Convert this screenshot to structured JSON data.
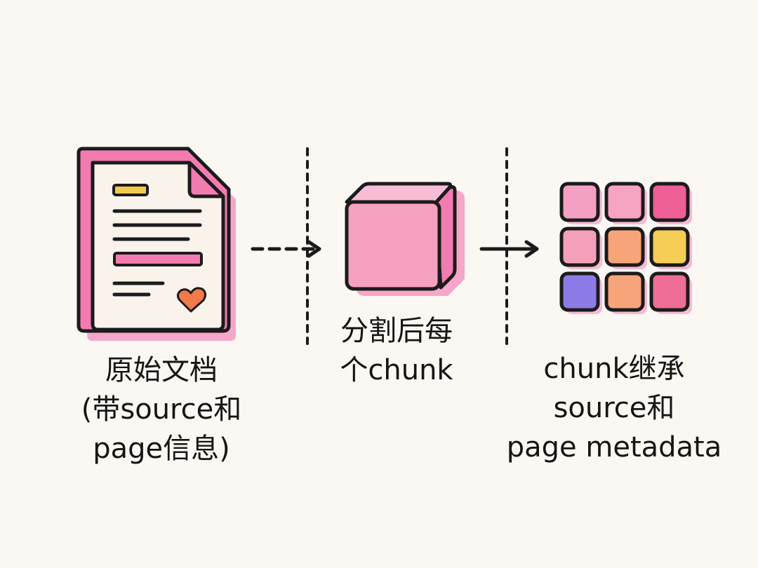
{
  "steps": [
    {
      "id": "document",
      "lines": [
        "原始文档",
        "(带source和",
        "page信息)"
      ]
    },
    {
      "id": "chunk",
      "lines": [
        "分割后每",
        "个chunk"
      ]
    },
    {
      "id": "metadata",
      "lines": [
        "chunk继承",
        "source和",
        "page metadata"
      ]
    }
  ],
  "arrows": [
    {
      "from": "document",
      "to": "chunk",
      "style": "dashed"
    },
    {
      "from": "chunk",
      "to": "metadata",
      "style": "solid"
    }
  ],
  "colors": {
    "background": "#fbf8f3",
    "outline": "#1b1b1b",
    "pink": "#f27cb0",
    "pink_light": "#f6a6c9",
    "paper": "#faf3ec",
    "yellow": "#f2c94c",
    "heart": "#f07a4a"
  },
  "grid": [
    [
      "#f4a0c3",
      "#f6a3c4",
      "#ee5f95"
    ],
    [
      "#f5a0b9",
      "#f7a47a",
      "#f6cd55"
    ],
    [
      "#8c7be6",
      "#f7a47a",
      "#ee6e95"
    ]
  ]
}
